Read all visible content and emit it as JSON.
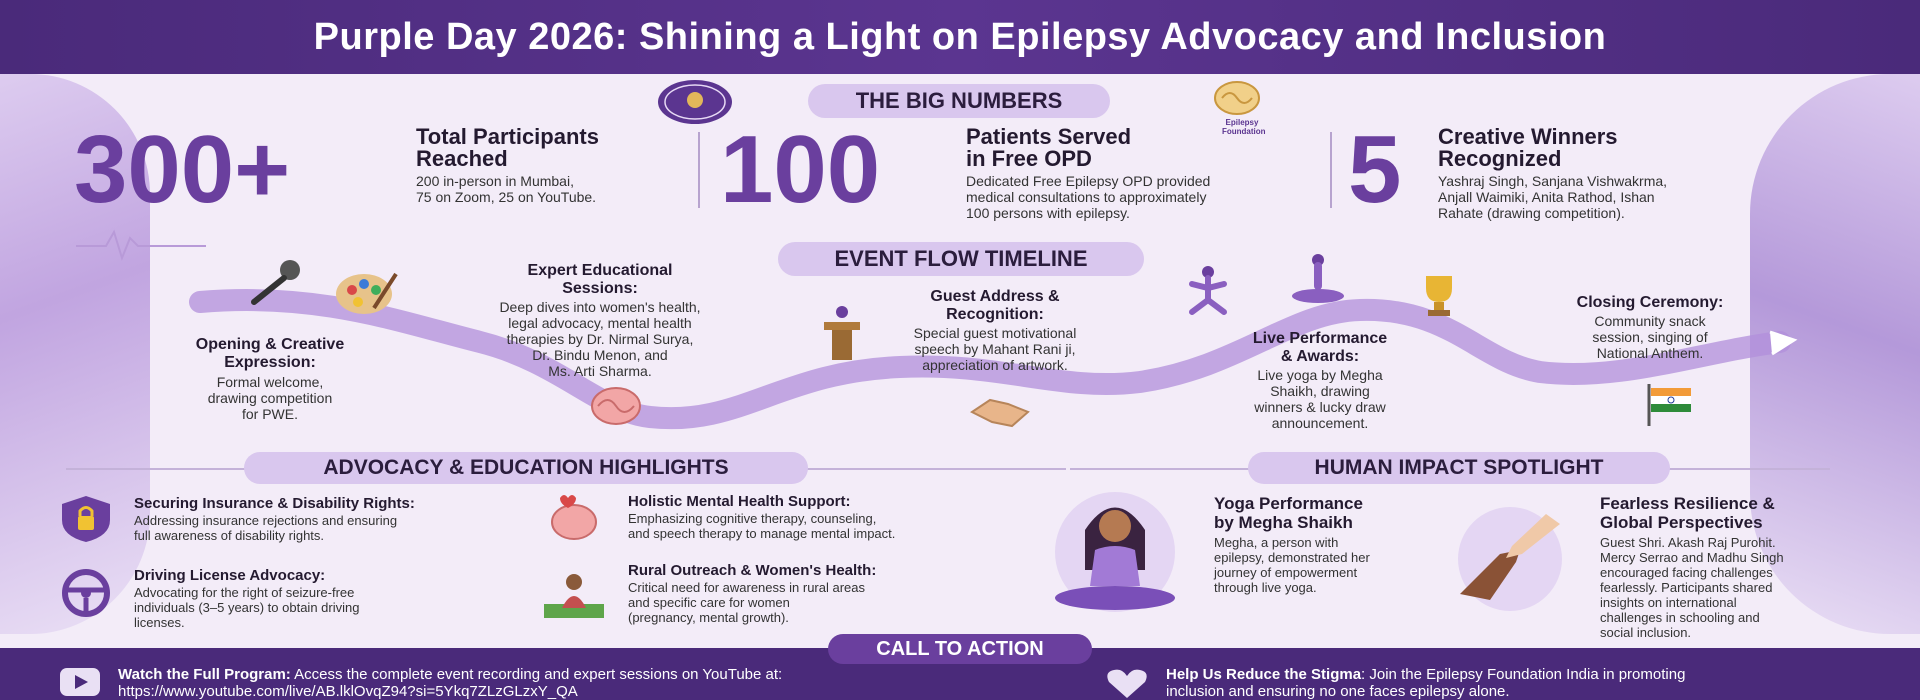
{
  "title": "Purple Day 2026: Shining a Light on Epilepsy Advocacy and Inclusion",
  "logo_text": "Epilepsy Foundation",
  "big_numbers": {
    "heading": "THE BIG NUMBERS",
    "items": [
      {
        "number": "300+",
        "title_1": "Total Participants",
        "title_2": "Reached",
        "desc_1": "200 in-person in Mumbai,",
        "desc_2": "75 on Zoom, 25 on YouTube.",
        "desc_3": ""
      },
      {
        "number": "100",
        "title_1": "Patients Served",
        "title_2": "in Free OPD",
        "desc_1": "Dedicated Free Epilepsy OPD provided",
        "desc_2": "medical consultations to approximately",
        "desc_3": "100 persons with epilepsy."
      },
      {
        "number": "5",
        "title_1": "Creative Winners",
        "title_2": "Recognized",
        "desc_1": "Yashraj Singh, Sanjana Vishwakrma,",
        "desc_2": "Anjall Waimiki, Anita Rathod, Ishan",
        "desc_3": "Rahate (drawing competition)."
      }
    ]
  },
  "timeline": {
    "heading": "EVENT FLOW TIMELINE",
    "stages": [
      {
        "title_1": "Opening & Creative",
        "title_2": "Expression:",
        "body_1": "Formal welcome,",
        "body_2": "drawing competition",
        "body_3": "for PWE.",
        "body_4": "",
        "body_5": ""
      },
      {
        "title_1": "Expert Educational",
        "title_2": "Sessions:",
        "body_1": "Deep dives into women's health,",
        "body_2": "legal advocacy, mental health",
        "body_3": "therapies by Dr. Nirmal Surya,",
        "body_4": "Dr. Bindu Menon, and",
        "body_5": "Ms. Arti Sharma."
      },
      {
        "title_1": "Guest Address &",
        "title_2": "Recognition:",
        "body_1": "Special guest motivational",
        "body_2": "speech by Mahant Rani ji,",
        "body_3": "appreciation of artwork.",
        "body_4": "",
        "body_5": ""
      },
      {
        "title_1": "Live Performance",
        "title_2": "& Awards:",
        "body_1": "Live yoga by Megha",
        "body_2": "Shaikh, drawing",
        "body_3": "winners & lucky draw",
        "body_4": "announcement.",
        "body_5": ""
      },
      {
        "title_1": "Closing Ceremony:",
        "title_2": "",
        "body_1": "Community snack",
        "body_2": "session, singing of",
        "body_3": "National Anthem.",
        "body_4": "",
        "body_5": ""
      }
    ]
  },
  "advocacy": {
    "heading": "ADVOCACY & EDUCATION HIGHLIGHTS",
    "items": [
      {
        "title": "Securing Insurance & Disability Rights:",
        "body_1": "Addressing insurance rejections and ensuring",
        "body_2": "full awareness of disability rights.",
        "body_3": ""
      },
      {
        "title": "Driving License Advocacy:",
        "body_1": "Advocating for the right of seizure-free",
        "body_2": "individuals (3–5 years) to obtain driving",
        "body_3": "licenses."
      },
      {
        "title": "Holistic Mental Health Support:",
        "body_1": "Emphasizing cognitive therapy, counseling,",
        "body_2": "and speech therapy to manage mental impact.",
        "body_3": ""
      },
      {
        "title": "Rural Outreach & Women's Health:",
        "body_1": "Critical need for awareness in rural areas",
        "body_2": "and specific care for women",
        "body_3": "(pregnancy, mental growth)."
      }
    ]
  },
  "impact": {
    "heading": "HUMAN IMPACT SPOTLIGHT",
    "items": [
      {
        "title_1": "Yoga Performance",
        "title_2": "by Megha Shaikh",
        "body": [
          "Megha, a person with",
          "epilepsy, demonstrated her",
          "journey of empowerment",
          "through live yoga."
        ]
      },
      {
        "title_1": "Fearless Resilience &",
        "title_2": "Global Perspectives",
        "body": [
          "Guest Shri. Akash Raj Purohit.",
          "Mercy Serrao and Madhu Singh",
          "encouraged facing challenges",
          "fearlessly. Participants shared",
          "insights on international",
          "challenges in schooling and",
          "social inclusion."
        ]
      }
    ]
  },
  "cta": {
    "heading": "CALL TO ACTION",
    "watch_label": "Watch the Full Program:",
    "watch_text": " Access the complete event recording and expert sessions on YouTube at:",
    "watch_link": "https://www.youtube.com/live/AB.lklOvqZ94?si=5Ykq7ZLzGLzxY_QA",
    "help_label": "Help Us Reduce the Stigma",
    "help_text_1": ": Join the Epilepsy Foundation India in promoting",
    "help_text_2": "inclusion and ensuring no one faces epilepsy alone."
  },
  "colors": {
    "primary": "#4a2a7a",
    "accent": "#6a3f9e",
    "pill": "#d9c7ee",
    "background": "#f3ecf8"
  }
}
